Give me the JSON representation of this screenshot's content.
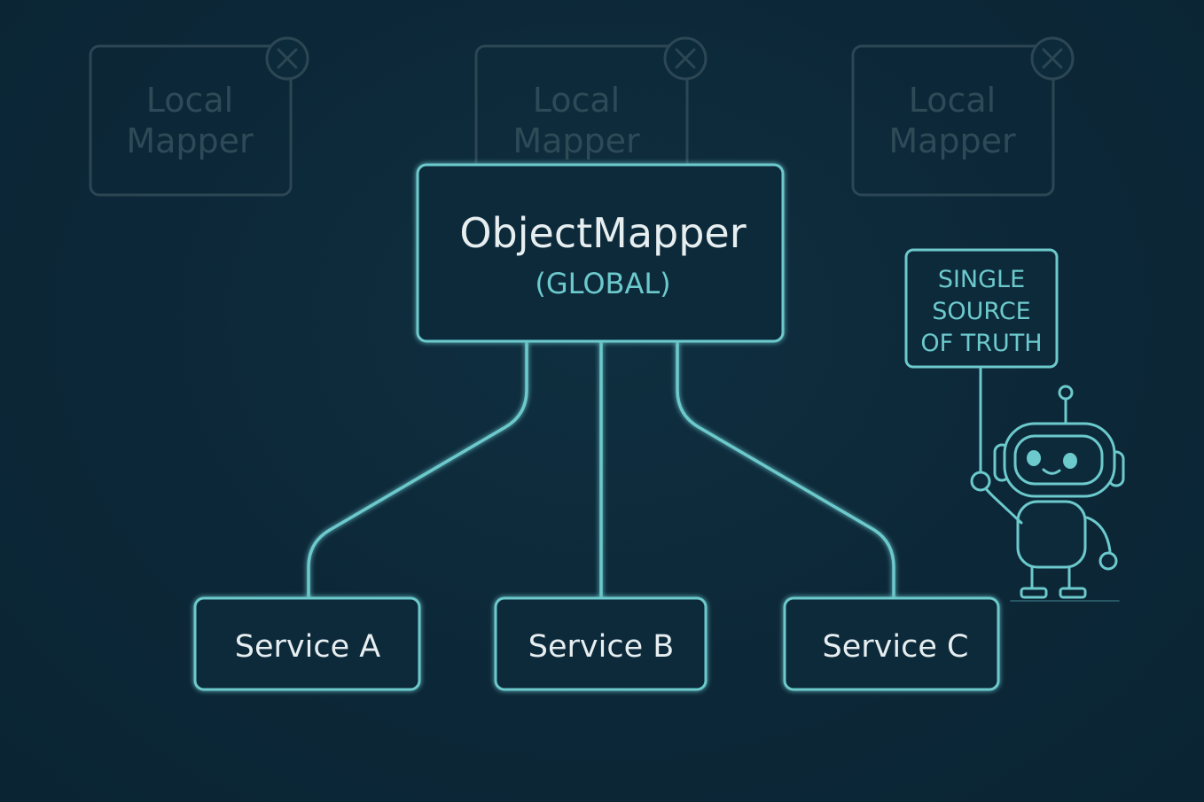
{
  "colors": {
    "background": "#0d2a3a",
    "accent": "#6cc9cc",
    "text_primary": "#e6eef0",
    "faded": "#2f4a57"
  },
  "local_mappers": [
    {
      "line1": "Local",
      "line2": "Mapper",
      "icon": "close-circle-icon"
    },
    {
      "line1": "Local",
      "line2": "Mapper",
      "icon": "close-circle-icon"
    },
    {
      "line1": "Local",
      "line2": "Mapper",
      "icon": "close-circle-icon"
    }
  ],
  "global_mapper": {
    "title": "ObjectMapper",
    "subtitle": "(GLOBAL)"
  },
  "services": [
    {
      "label": "Service A"
    },
    {
      "label": "Service B"
    },
    {
      "label": "Service C"
    }
  ],
  "sign": {
    "line1": "SINGLE",
    "line2": "SOURCE",
    "line3": "OF TRUTH"
  },
  "mascot": {
    "icon": "robot-icon"
  }
}
